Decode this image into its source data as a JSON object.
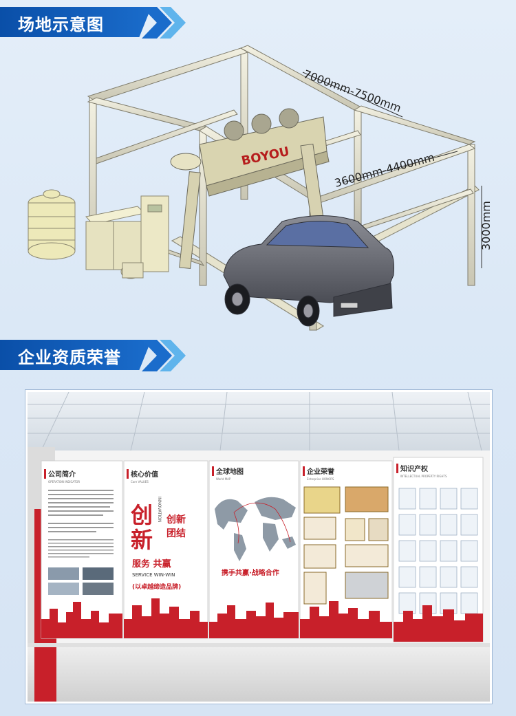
{
  "sections": [
    {
      "title": "场地示意图"
    },
    {
      "title": "企业资质荣誉"
    }
  ],
  "diagram": {
    "brand": "BOYOU",
    "dim_length": "7000mm-7500mm",
    "dim_width": "3600mm-4400mm",
    "dim_height": "3000mm"
  },
  "wall": {
    "panels": [
      {
        "title": "公司简介",
        "subtitle": "OPERATION INDICATOR"
      },
      {
        "title": "核心价值",
        "subtitle": "Core VALUES"
      },
      {
        "title": "全球地图",
        "subtitle": "World MAP"
      },
      {
        "title": "企业荣誉",
        "subtitle": "Enterprise HONORS"
      },
      {
        "title": "知识产权",
        "subtitle": "INTELLECTUAL PROPERTY RIGHTS"
      }
    ],
    "values": {
      "big1": "创",
      "big2": "新",
      "vertical_en": "INNOVATION",
      "line1": "创新",
      "line2": "团结",
      "slogan": "服务 共赢",
      "slogan_en": "SERVICE WIN-WIN",
      "brand_line": "(以卓越缔造品牌)"
    },
    "map_slogan": "携手共赢·战略合作"
  },
  "colors": {
    "banner_blue": "#0a4fa8",
    "chevron_light": "#5fb4ec",
    "wall_red": "#c8202a",
    "frame_yellow": "#e9e1b7"
  }
}
